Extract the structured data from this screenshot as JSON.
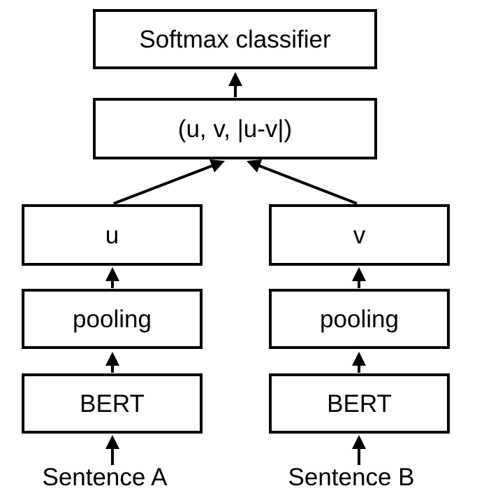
{
  "diagram": {
    "type": "architecture-flow-diagram",
    "colors": {
      "background": "#ffffff",
      "line": "#000000",
      "text": "#000000"
    },
    "nodes": {
      "softmax_classifier": {
        "label": "Softmax classifier"
      },
      "concat": {
        "label": "(u, v, |u-v|)"
      },
      "u": {
        "label": "u"
      },
      "v": {
        "label": "v"
      },
      "pooling_left": {
        "label": "pooling"
      },
      "pooling_right": {
        "label": "pooling"
      },
      "bert_left": {
        "label": "BERT"
      },
      "bert_right": {
        "label": "BERT"
      }
    },
    "inputs": {
      "sentence_a": {
        "label": "Sentence A"
      },
      "sentence_b": {
        "label": "Sentence B"
      }
    },
    "edges": [
      "sentence_a -> bert_left",
      "bert_left -> pooling_left",
      "pooling_left -> u",
      "u -> concat",
      "sentence_b -> bert_right",
      "bert_right -> pooling_right",
      "pooling_right -> v",
      "v -> concat",
      "concat -> softmax_classifier"
    ]
  }
}
